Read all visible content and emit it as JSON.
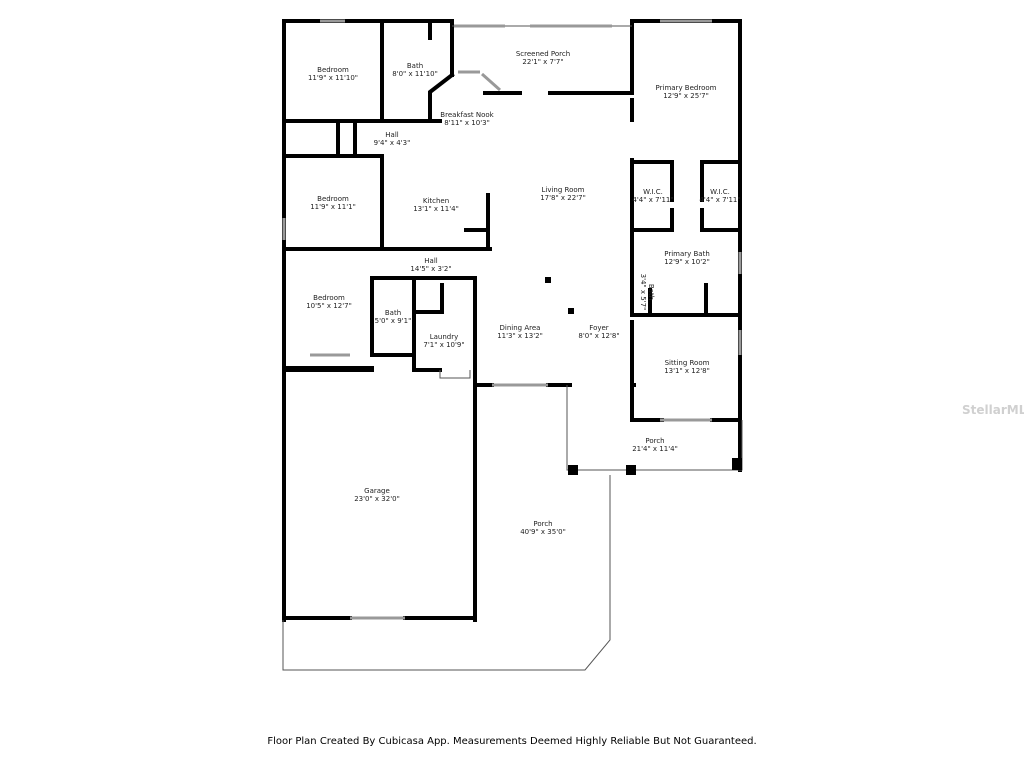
{
  "rooms": [
    {
      "name": "Bedroom",
      "size": "11'9\" x 11'10\""
    },
    {
      "name": "Bath",
      "size": "8'0\" x 11'10\""
    },
    {
      "name": "Screened Porch",
      "size": "22'1\" x 7'7\""
    },
    {
      "name": "Primary Bedroom",
      "size": "12'9\" x 25'7\""
    },
    {
      "name": "Breakfast Nook",
      "size": "8'11\" x 10'3\""
    },
    {
      "name": "Hall",
      "size": "9'4\" x 4'3\""
    },
    {
      "name": "Bedroom",
      "size": "11'9\" x 11'1\""
    },
    {
      "name": "Kitchen",
      "size": "13'1\" x 11'4\""
    },
    {
      "name": "Living Room",
      "size": "17'8\" x 22'7\""
    },
    {
      "name": "W.I.C.",
      "size": "4'4\" x 7'11\""
    },
    {
      "name": "W.I.C.",
      "size": "4'4\" x 7'11\""
    },
    {
      "name": "Hall",
      "size": "14'5\" x 3'2\""
    },
    {
      "name": "Primary Bath",
      "size": "12'9\" x 10'2\""
    },
    {
      "name": "Bedroom",
      "size": "10'5\" x 12'7\""
    },
    {
      "name": "Bath",
      "size": "5'0\" x 9'1\""
    },
    {
      "name": "Laundry",
      "size": "7'1\" x 10'9\""
    },
    {
      "name": "Dining Area",
      "size": "11'3\" x 13'2\""
    },
    {
      "name": "Foyer",
      "size": "8'0\" x 12'8\""
    },
    {
      "name": "Bath",
      "size": "3'4\" x 5'7\""
    },
    {
      "name": "Sitting Room",
      "size": "13'1\" x 12'8\""
    },
    {
      "name": "Porch",
      "size": "21'4\" x 11'4\""
    },
    {
      "name": "Garage",
      "size": "23'0\" x 32'0\""
    },
    {
      "name": "Porch",
      "size": "40'9\" x 35'0\""
    }
  ],
  "footer": "Floor Plan Created By Cubicasa App. Measurements Deemed Highly Reliable But Not Guaranteed.",
  "watermark": "StellarMLS"
}
